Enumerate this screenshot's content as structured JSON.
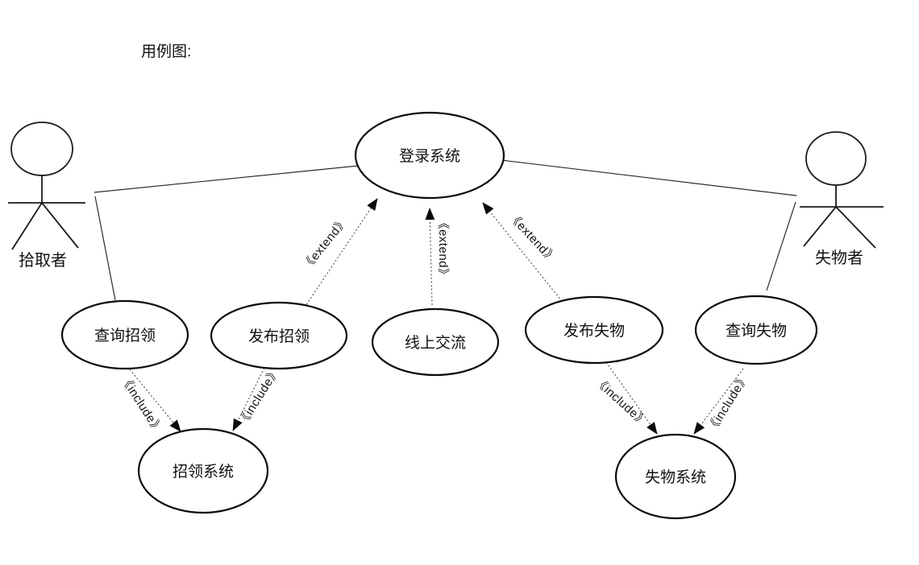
{
  "diagram": {
    "title": "用例图:",
    "colors": {
      "background": "#ffffff",
      "shape_stroke": "#0a0a0a",
      "dotted_line": "#4d4d4d"
    },
    "actors": [
      {
        "label": "拾取者"
      },
      {
        "label": "失物者"
      }
    ],
    "use_cases": [
      {
        "label": "登录系统"
      },
      {
        "label": "查询招领"
      },
      {
        "label": "发布招领"
      },
      {
        "label": "线上交流"
      },
      {
        "label": "发布失物"
      },
      {
        "label": "查询失物"
      },
      {
        "label": "招领系统"
      },
      {
        "label": "失物系统"
      }
    ],
    "associations": [
      {
        "from": "拾取者",
        "to": "登录系统"
      },
      {
        "from": "拾取者",
        "to": "查询招领"
      },
      {
        "from": "失物者",
        "to": "登录系统"
      },
      {
        "from": "失物者",
        "to": "查询失物"
      }
    ],
    "edges": [
      {
        "from": "发布招领",
        "to": "登录系统",
        "type": "extend",
        "label": "《extend》"
      },
      {
        "from": "线上交流",
        "to": "登录系统",
        "type": "extend",
        "label": "《extend》"
      },
      {
        "from": "发布失物",
        "to": "登录系统",
        "type": "extend",
        "label": "《extend》"
      },
      {
        "from": "查询招领",
        "to": "招领系统",
        "type": "include",
        "label": "《include》"
      },
      {
        "from": "发布招领",
        "to": "招领系统",
        "type": "include",
        "label": "《include》"
      },
      {
        "from": "发布失物",
        "to": "失物系统",
        "type": "include",
        "label": "《include》"
      },
      {
        "from": "查询失物",
        "to": "失物系统",
        "type": "include",
        "label": "《include》"
      }
    ]
  }
}
